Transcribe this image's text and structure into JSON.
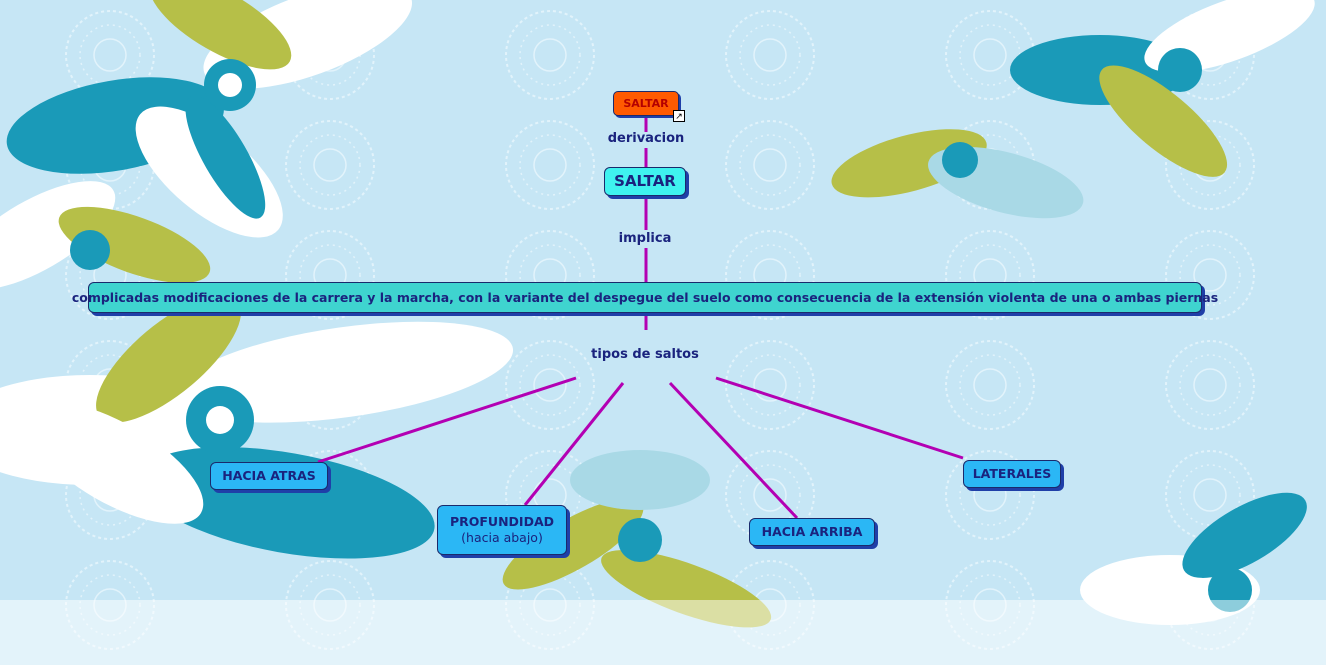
{
  "colors": {
    "link": "#b300b3",
    "root_node": "#ff5a00",
    "main_node": "#3ff2ef",
    "description_node": "#3fd4cf",
    "category_node": "#2bb7f5",
    "text": "#1a237e"
  },
  "nodes": {
    "root": "SALTAR",
    "main": "SALTAR",
    "description": "complicadas modificaciones de la carrera y la marcha, con la variante del despegue del suelo como consecuencia de la extensión violenta de una o ambas piernas",
    "atras": "HACIA ATRAS",
    "profundidad_line1": "PROFUNDIDAD",
    "profundidad_line2": "(hacia abajo)",
    "arriba": "HACIA ARRIBA",
    "laterales": "LATERALES"
  },
  "links": {
    "derivacion": "derivacion",
    "implica": "implica",
    "tipos": "tipos de saltos"
  },
  "icons": {
    "shortcut": "external-link-arrow-icon",
    "background": "floral-pattern"
  }
}
